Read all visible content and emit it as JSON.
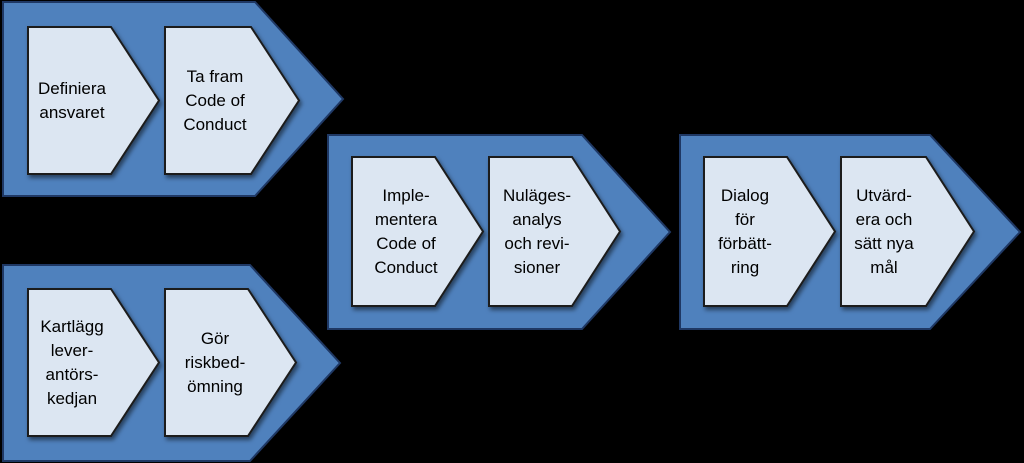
{
  "colors": {
    "background": "#000000",
    "group_fill": "#4f81bd",
    "group_stroke": "#1f3864",
    "step_fill": "#dce6f2",
    "step_stroke": "#1c1c1c"
  },
  "groups": [
    {
      "steps": [
        [
          "Definiera",
          "ansvaret"
        ],
        [
          "Ta fram",
          "Code of",
          "Conduct"
        ]
      ]
    },
    {
      "steps": [
        [
          "Kartlägg",
          "lever-",
          "antörs-",
          "kedjan"
        ],
        [
          "Gör",
          "riskbed-",
          "ömning"
        ]
      ]
    },
    {
      "steps": [
        [
          "Imple-",
          "mentera",
          "Code of",
          "Conduct"
        ],
        [
          "Nuläges-",
          "analys",
          "och revi-",
          "sioner"
        ]
      ]
    },
    {
      "steps": [
        [
          "Dialog",
          "för",
          "förbätt-",
          "ring"
        ],
        [
          "Utvärd-",
          "era och",
          "sätt nya",
          "mål"
        ]
      ]
    }
  ]
}
